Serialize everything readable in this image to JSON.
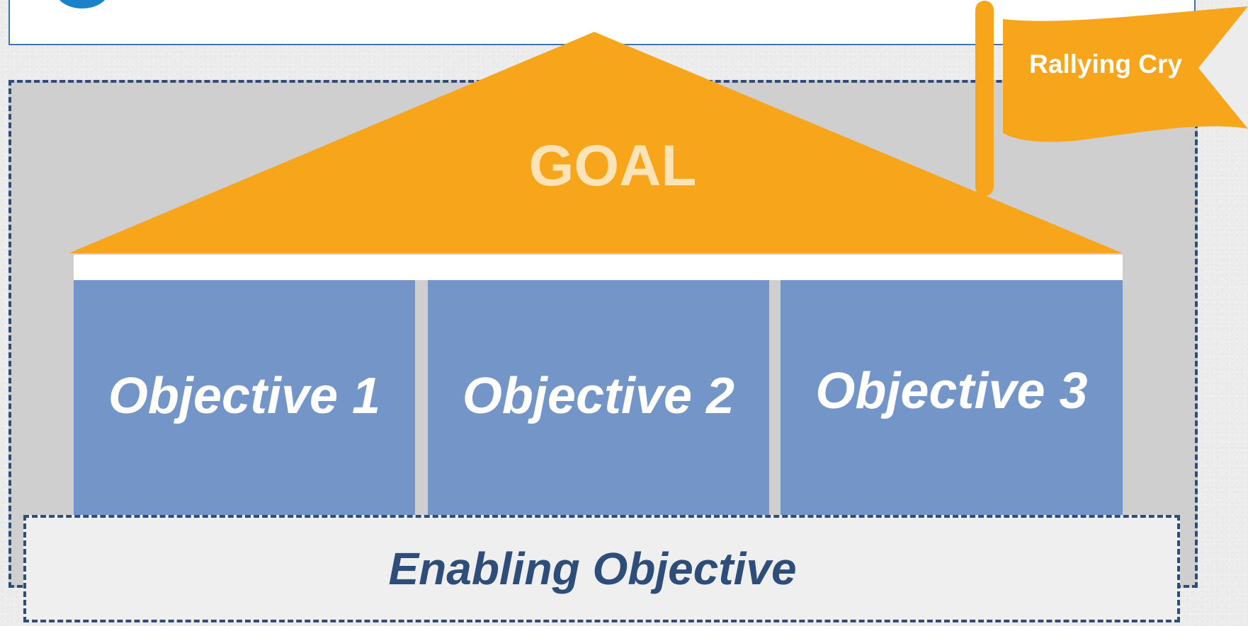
{
  "diagram": {
    "goal": "GOAL",
    "rallying_cry": "Rallying Cry",
    "objectives": [
      {
        "label": "Objective 1"
      },
      {
        "label": "Objective 2"
      },
      {
        "label": "Objective 3"
      }
    ],
    "enabling_objective": "Enabling Objective"
  },
  "colors": {
    "roof": "#f7a61c",
    "goal_text": "#fde3b6",
    "pillar": "#7395c7",
    "pillar_text": "#ffffff",
    "frame_fill": "#d0cfd0",
    "dashed_border": "#2f4d79",
    "foundation_fill": "#efefef",
    "foundation_text": "#2f4d79",
    "flag": "#f7a61c",
    "top_panel_border": "#3e74b0",
    "logo": "#1a82c9"
  }
}
